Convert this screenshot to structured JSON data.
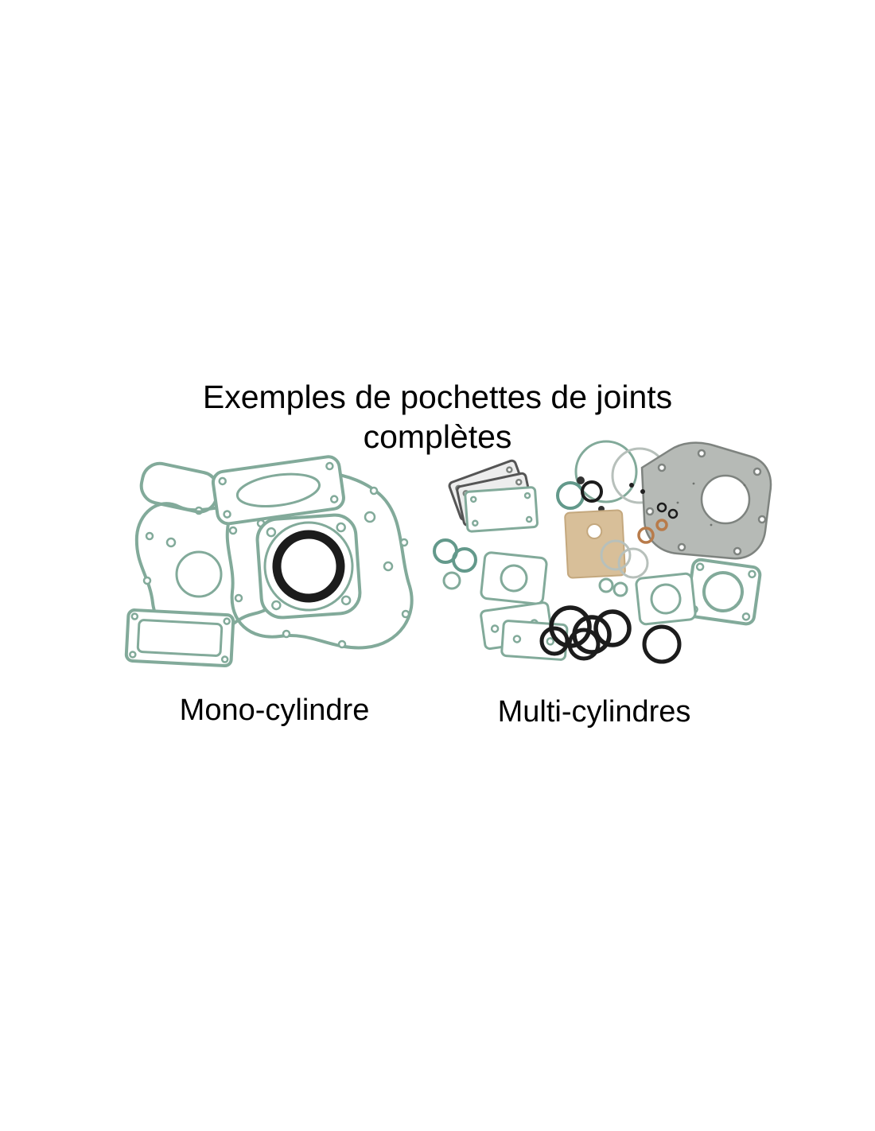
{
  "title": {
    "line1": "Exemples de pochettes de joints",
    "line2": "complètes"
  },
  "figures": {
    "mono": {
      "caption": "Mono-cylindre"
    },
    "multi": {
      "caption": "Multi-cylindres"
    }
  },
  "colors": {
    "background": "#ffffff",
    "text": "#000000",
    "gasket_green": "#82aa9a",
    "gasket_teal": "#63998b",
    "ring_black": "#1c1c1c",
    "paper_tan": "#d8bf99",
    "graphite_fill": "#b6bab6",
    "graphite_edge": "#7e837f",
    "metal_grey": "#b7c0bb",
    "copper": "#b87b4a"
  }
}
